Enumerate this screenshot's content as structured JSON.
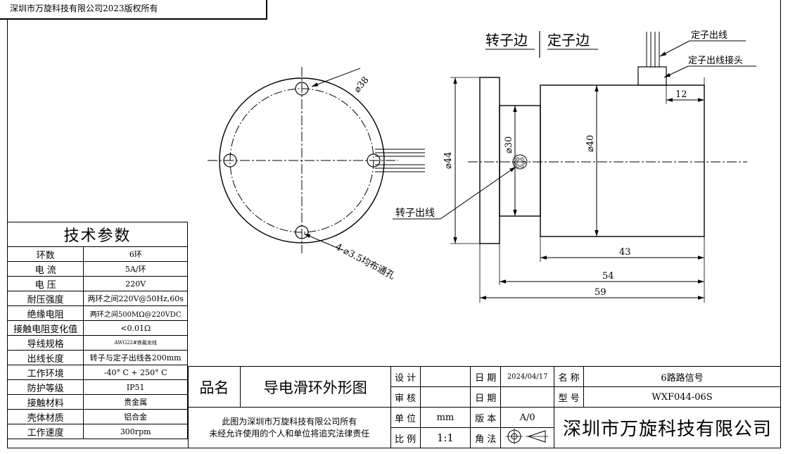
{
  "copyright": "深圳市万旋科技有限公司2023版权所有",
  "drawing": {
    "rotor_side": "转子边",
    "stator_side": "定子边",
    "stator_lead": "定子出线",
    "stator_connector": "定子出线接头",
    "rotor_lead": "转子出线",
    "holes": "4-⌀3.5均布通孔",
    "dim_d38": "⌀38",
    "dim_d44": "⌀44",
    "dim_d30": "⌀30",
    "dim_d40": "⌀40",
    "dim_12": "12",
    "dim_43": "43",
    "dim_54": "54",
    "dim_59": "59"
  },
  "specs": {
    "title": "技术参数",
    "rows": [
      {
        "label": "环数",
        "value": "6环"
      },
      {
        "label": "电  流",
        "value": "5A/环"
      },
      {
        "label": "电  压",
        "value": "220V"
      },
      {
        "label": "耐压强度",
        "value": "两环之间220V@50Hz,60s"
      },
      {
        "label": "绝缘电阻",
        "value": "两环之间500MΩ@220VDC"
      },
      {
        "label": "接触电阻变化值",
        "value": "<0.01Ω"
      },
      {
        "label": "导线规格",
        "value": "AWG22#铁氟龙线"
      },
      {
        "label": "出线长度",
        "value": "转子与定子出线各200mm"
      },
      {
        "label": "工作环境",
        "value": "-40° C + 250° C"
      },
      {
        "label": "防护等级",
        "value": "IP51"
      },
      {
        "label": "接触材料",
        "value": "贵金属"
      },
      {
        "label": "壳体材质",
        "value": "铝合金"
      },
      {
        "label": "工作速度",
        "value": "300rpm"
      }
    ]
  },
  "title_block": {
    "product_label": "品名",
    "product_name": "导电滑环外形图",
    "design_label": "设 计",
    "review_label": "审 核",
    "unit_label": "单 位",
    "unit_value": "mm",
    "scale_label": "比 例",
    "scale_value": "1:1",
    "date_label": "日 期",
    "date_value": "2024/04/17",
    "date2_label": "日 期",
    "version_label": "版 本",
    "version_value": "A/0",
    "angle_label": "角 法",
    "name_label": "名 称",
    "name_value": "6路路信号",
    "model_label": "型 号",
    "model_value": "WXF044-06S",
    "notice_line1": "此图为深圳市万旋科技有限公司所有",
    "notice_line2": "未经允许使用的个人和单位将追究法律责任",
    "company": "深圳市万旋科技有限公司"
  }
}
